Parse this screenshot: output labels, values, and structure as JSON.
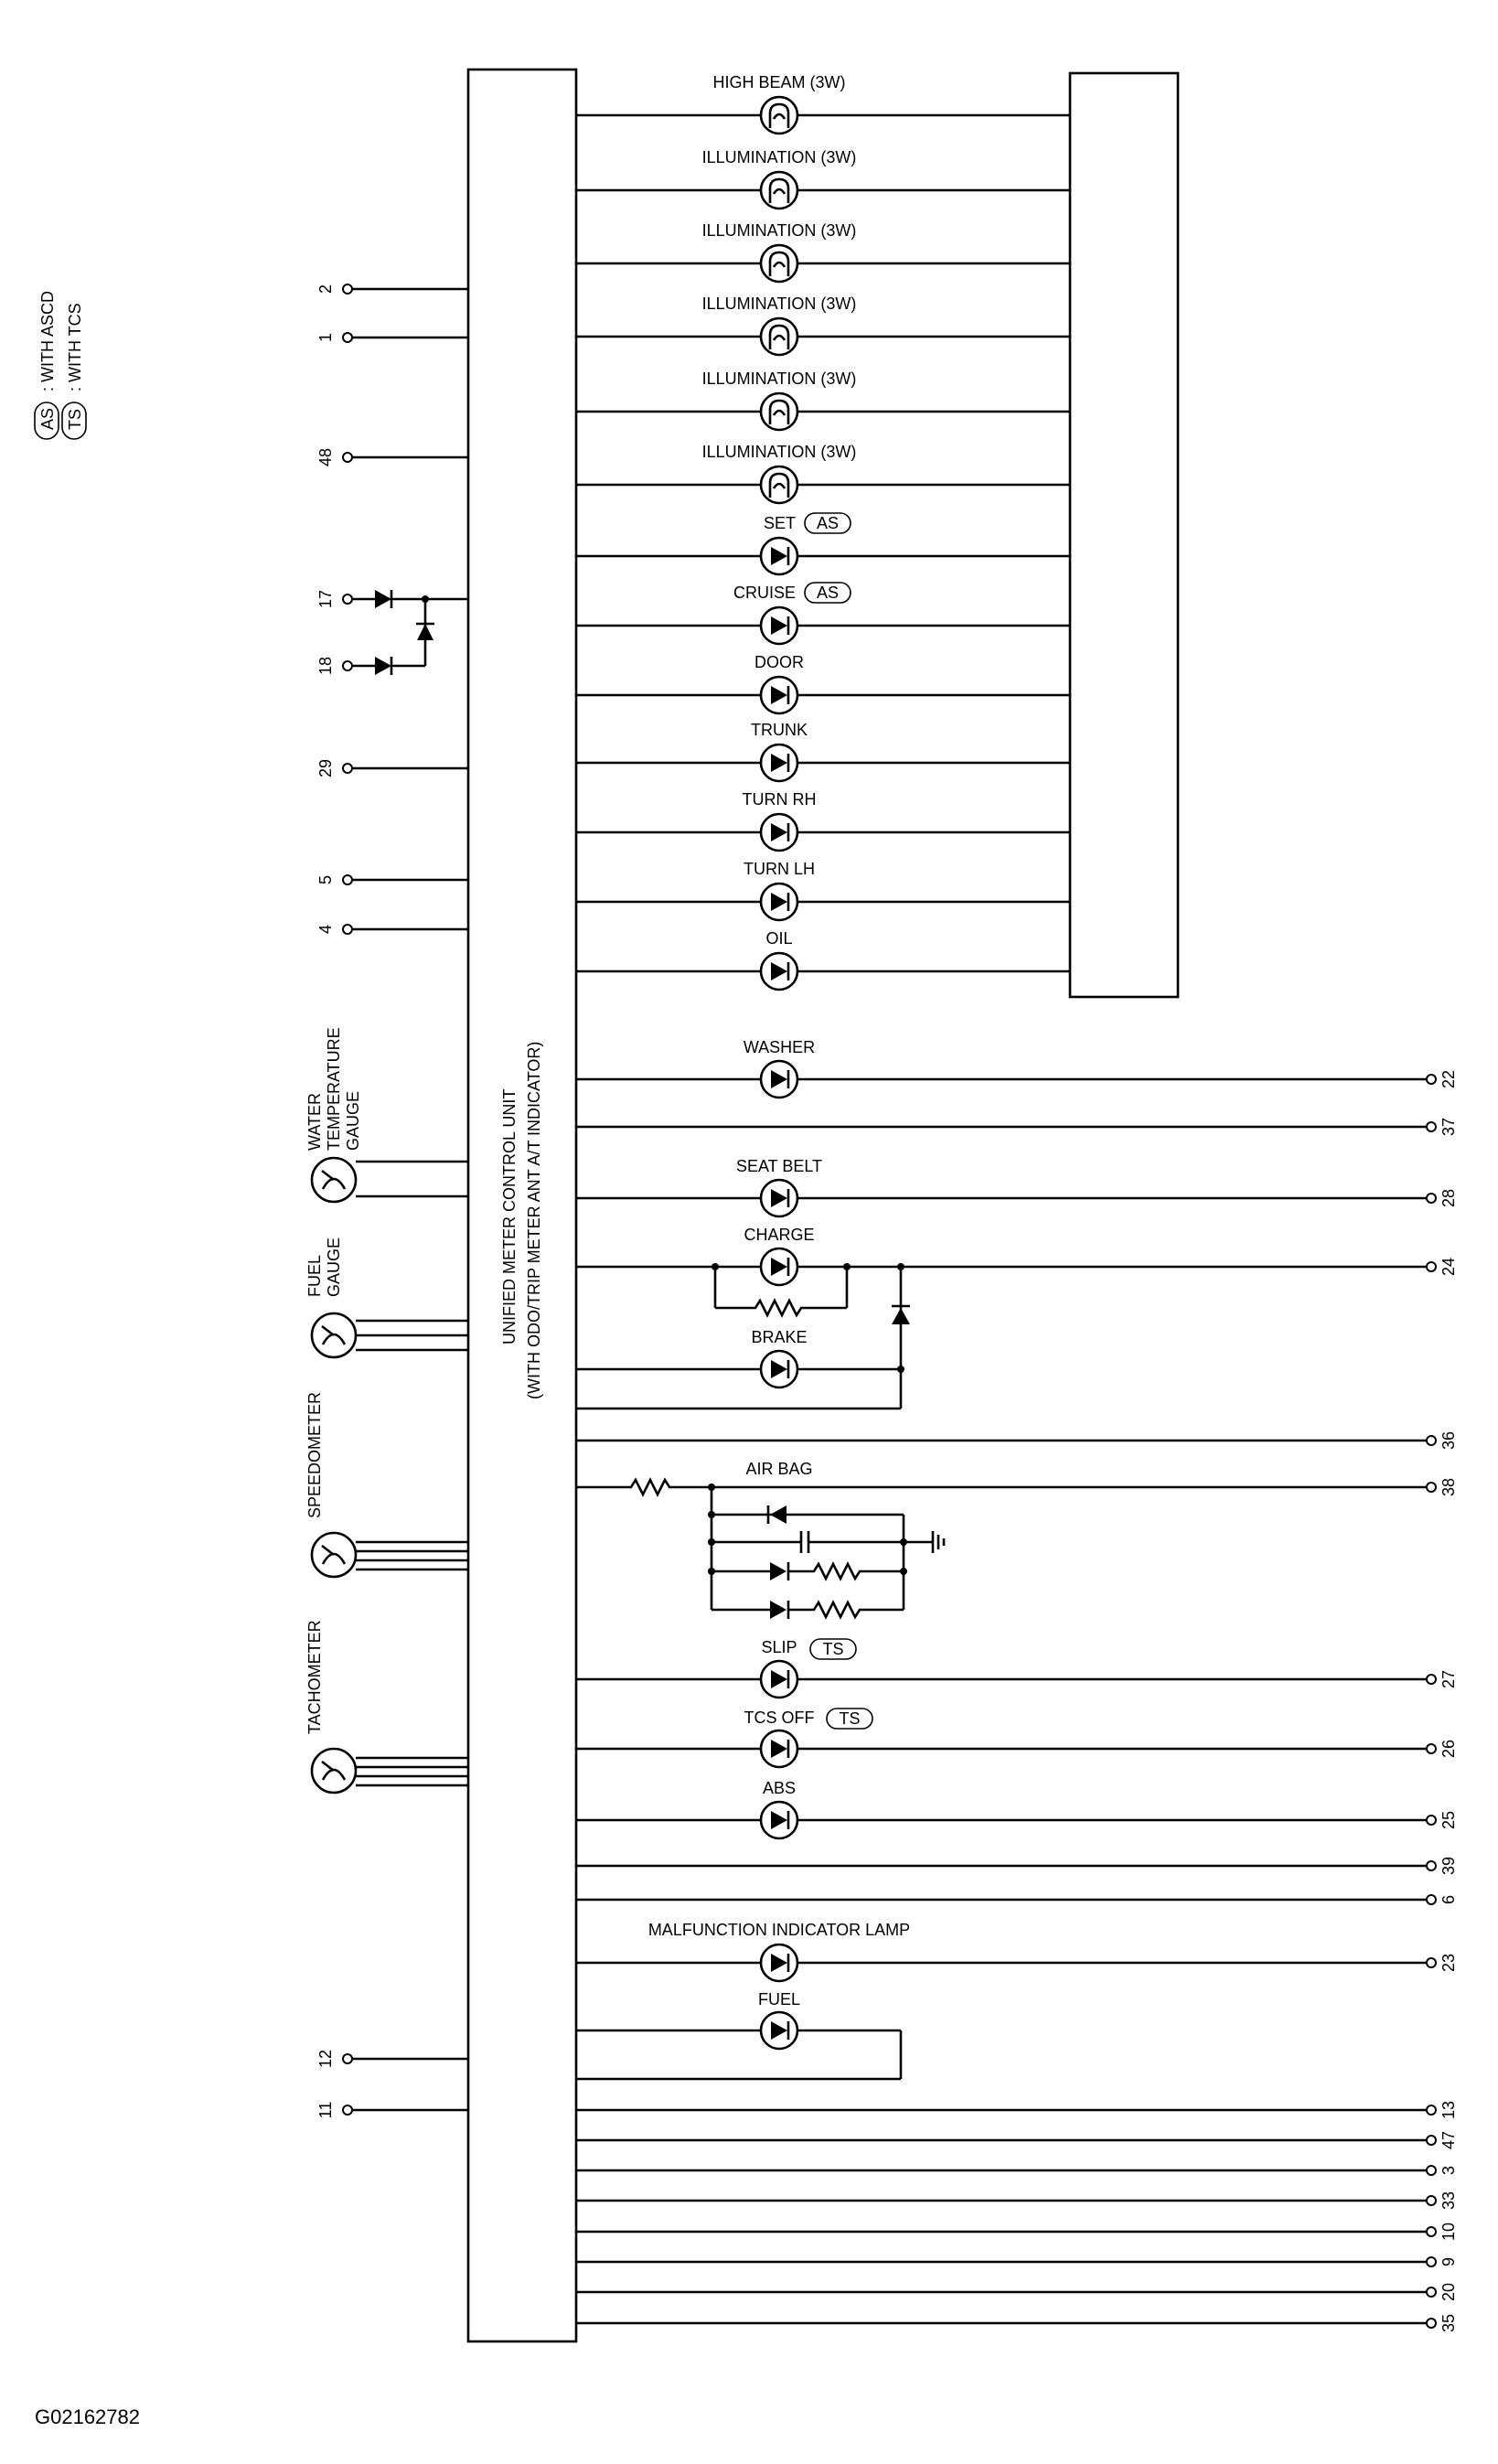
{
  "legend": {
    "items": [
      {
        "badge": "AS",
        "text": ": WITH ASCD"
      },
      {
        "badge": "TS",
        "text": ": WITH TCS"
      }
    ]
  },
  "control_unit": {
    "line1": "UNIFIED METER CONTROL UNIT",
    "line2": "(WITH ODO/TRIP METER ANT A/T INDICATOR)"
  },
  "left_terminals": [
    "2",
    "1",
    "48",
    "17",
    "18",
    "29",
    "5",
    "4",
    "12",
    "11"
  ],
  "gauges": [
    "WATER TEMPERATURE GAUGE",
    "FUEL GAUGE",
    "SPEEDOMETER",
    "TACHOMETER"
  ],
  "gauge_lines": [
    [
      "WATER",
      "TEMPERATURE",
      "GAUGE"
    ],
    [
      "FUEL",
      "GAUGE"
    ],
    [
      "SPEEDOMETER"
    ],
    [
      "TACHOMETER"
    ]
  ],
  "upper_lamps": [
    {
      "label": "HIGH BEAM (3W)",
      "kind": "bulb"
    },
    {
      "label": "ILLUMINATION (3W)",
      "kind": "bulb"
    },
    {
      "label": "ILLUMINATION (3W)",
      "kind": "bulb"
    },
    {
      "label": "ILLUMINATION (3W)",
      "kind": "bulb"
    },
    {
      "label": "ILLUMINATION (3W)",
      "kind": "bulb"
    },
    {
      "label": "ILLUMINATION (3W)",
      "kind": "bulb"
    },
    {
      "label": "SET",
      "kind": "led",
      "badge": "AS"
    },
    {
      "label": "CRUISE",
      "kind": "led",
      "badge": "AS"
    },
    {
      "label": "DOOR",
      "kind": "led"
    },
    {
      "label": "TRUNK",
      "kind": "led"
    },
    {
      "label": "TURN RH",
      "kind": "led"
    },
    {
      "label": "TURN LH",
      "kind": "led"
    },
    {
      "label": "OIL",
      "kind": "led"
    }
  ],
  "lower_lamps": {
    "washer": "WASHER",
    "seat_belt": "SEAT BELT",
    "charge": "CHARGE",
    "brake": "BRAKE",
    "air_bag": "AIR BAG",
    "slip": "SLIP",
    "slip_badge": "TS",
    "tcs_off": "TCS OFF",
    "tcs_off_badge": "TS",
    "abs": "ABS",
    "mil": "MALFUNCTION INDICATOR LAMP",
    "fuel": "FUEL"
  },
  "right_terminals": [
    "22",
    "37",
    "28",
    "24",
    "36",
    "38",
    "27",
    "26",
    "25",
    "39",
    "6",
    "23",
    "13",
    "47",
    "3",
    "33",
    "10",
    "9",
    "20",
    "35"
  ],
  "figure_id": "G02162782"
}
